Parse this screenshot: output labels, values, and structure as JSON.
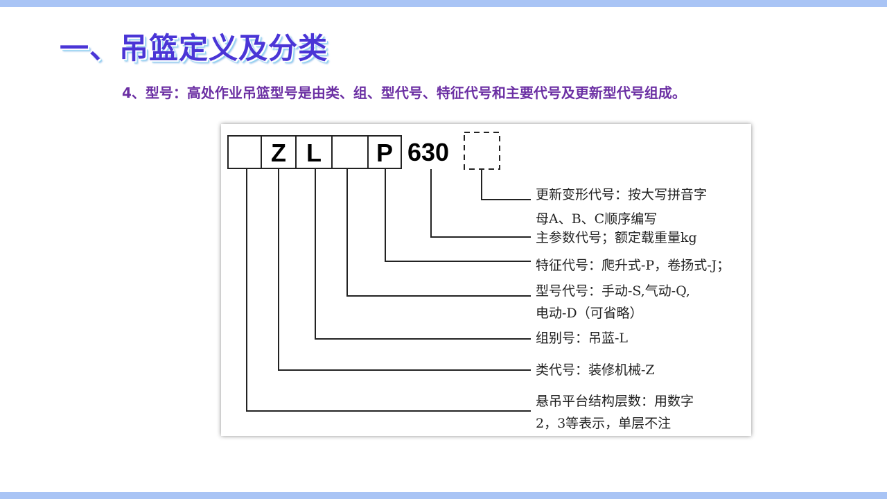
{
  "header": {
    "title": "一、吊篮定义及分类",
    "subtitle": "4、型号：高处作业吊篮型号是由类、组、型代号、特征代号和主要代号及更新型代号组成。"
  },
  "diagram": {
    "codes": {
      "box1": "",
      "box2": "Z",
      "box3": "L",
      "box4": "",
      "box5": "P",
      "param": "630",
      "update": ""
    },
    "labels": {
      "update_1": "更新变形代号：按大写拼音字",
      "update_2": "母A、B、C顺序编写",
      "main_param": "主参数代号；额定载重量kg",
      "feature": "特征代号：爬升式-P，卷扬式-J；",
      "type_1": "型号代号：手动-S,气动-Q,",
      "type_2": "电动-D（可省略）",
      "group": "组别号：吊蓝-L",
      "class": "类代号：装修机械-Z",
      "layers_1": "悬吊平台结构层数：用数字",
      "layers_2": "2，3等表示，单层不注"
    }
  },
  "colors": {
    "title": "#4a35d6",
    "subtitle": "#6b2fa3",
    "band": "#a9c4f5"
  }
}
